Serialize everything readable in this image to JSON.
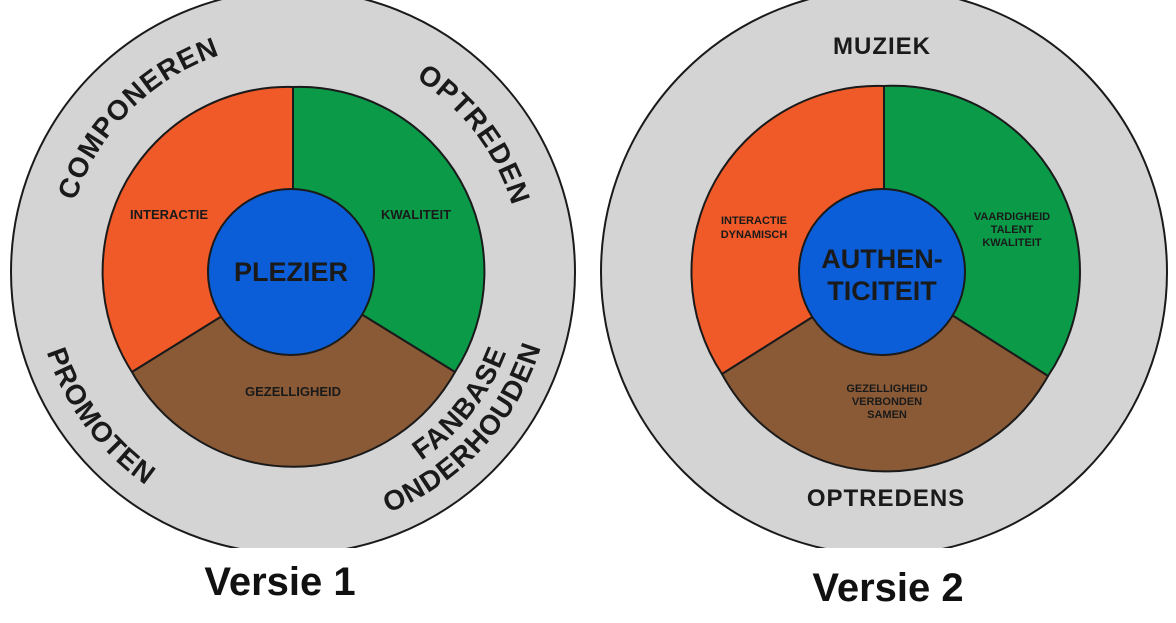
{
  "colors": {
    "outer_ring": "#d4d4d4",
    "ring_stroke": "#1a1a1a",
    "orange": "#f05a28",
    "green": "#0a9a48",
    "brown": "#8a5a36",
    "blue": "#0b5ed7",
    "text_dark": "#1a1a1a"
  },
  "versie1": {
    "caption": "Versie 1",
    "outer_labels": {
      "top_left": "COMPONEREN",
      "top_right": "OPTREDEN",
      "bottom_left": "PROMOTEN",
      "bottom_right_line1": "FANBASE",
      "bottom_right_line2": "ONDERHOUDEN"
    },
    "segments": {
      "orange": "INTERACTIE",
      "green": "KWALITEIT",
      "brown": "GEZELLIGHEID"
    },
    "center": "PLEZIER"
  },
  "versie2": {
    "caption": "Versie 2",
    "outer_labels": {
      "top": "MUZIEK",
      "bottom": "OPTREDENS"
    },
    "segments": {
      "orange_line1": "INTERACTIE",
      "orange_line2": "DYNAMISCH",
      "green_line1": "VAARDIGHEID",
      "green_line2": "TALENT",
      "green_line3": "KWALITEIT",
      "brown_line1": "GEZELLIGHEID",
      "brown_line2": "VERBONDEN",
      "brown_line3": "SAMEN"
    },
    "center_line1": "AUTHEN-",
    "center_line2": "TICITEIT"
  }
}
